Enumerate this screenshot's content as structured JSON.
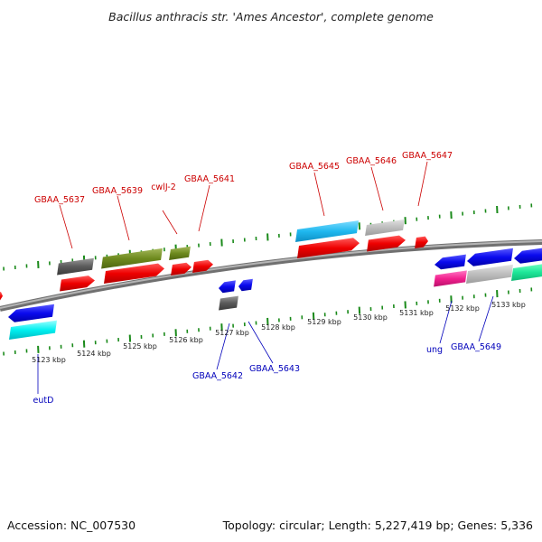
{
  "title": "Bacillus anthracis str. 'Ames Ancestor', complete genome",
  "footer": {
    "accession": "Accession: NC_007530",
    "summary": "Topology: circular; Length: 5,227,419 bp; Genes: 5,336"
  },
  "colors": {
    "backbone": "#8a8a8a",
    "tick": "#1a8a1a",
    "fwd_label": "#cc0000",
    "rev_label": "#0000bb"
  },
  "scale_labels": [
    "5123 kbp",
    "5124 kbp",
    "5125 kbp",
    "5126 kbp",
    "5127 kbp",
    "5128 kbp",
    "5129 kbp",
    "5130 kbp",
    "5131 kbp",
    "5132 kbp",
    "5133 kbp"
  ],
  "gene_labels": {
    "top": [
      "GBAA_5637",
      "GBAA_5639",
      "cwlJ-2",
      "GBAA_5641",
      "GBAA_5645",
      "GBAA_5646",
      "GBAA_5647"
    ],
    "bottom": [
      "eutD",
      "GBAA_5642",
      "GBAA_5643",
      "ung",
      "GBAA_5649"
    ]
  }
}
